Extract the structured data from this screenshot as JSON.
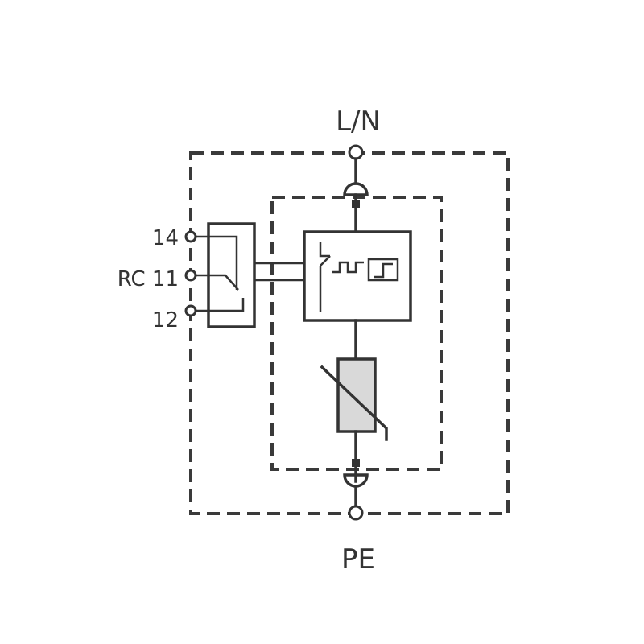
{
  "labels": {
    "top_terminal": "L/N",
    "bottom_terminal": "PE",
    "rc_14": "14",
    "rc_11": "RC 11",
    "rc_12": "12"
  },
  "colors": {
    "line": "#333333",
    "varistor_fill": "#d9d9d9",
    "background": "#ffffff"
  }
}
